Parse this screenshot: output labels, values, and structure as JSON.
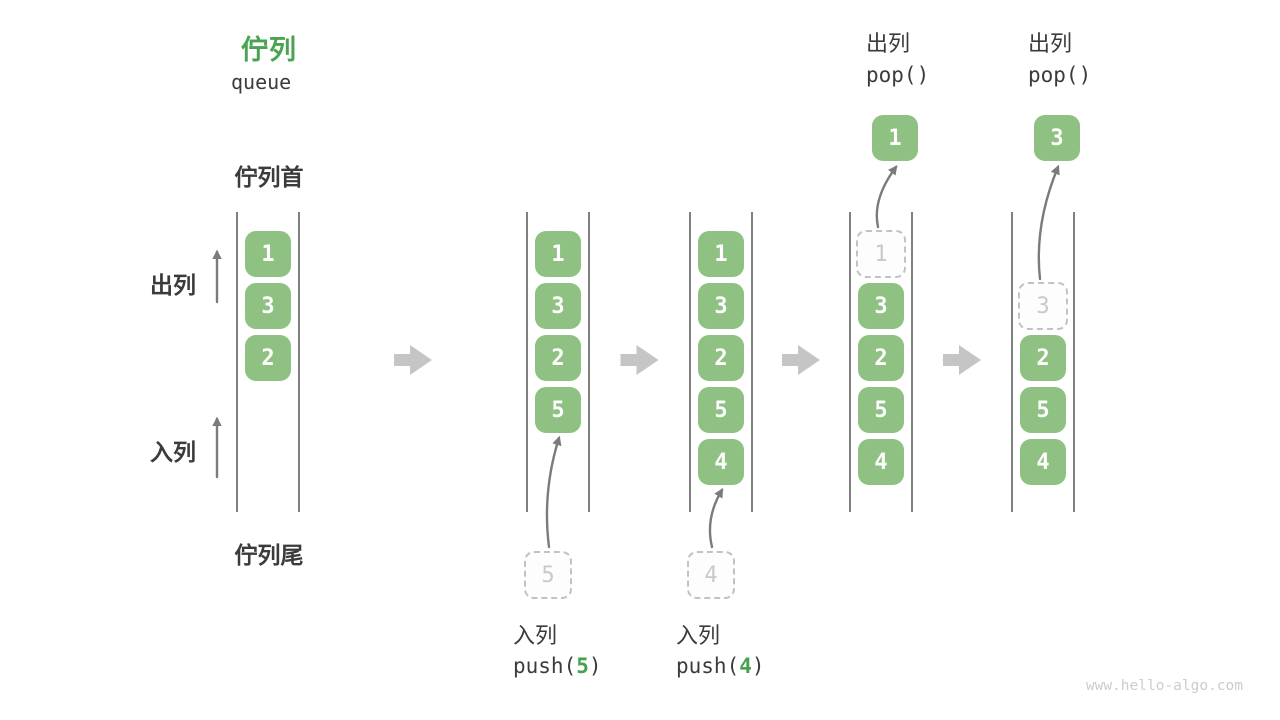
{
  "header": {
    "title": "佇列",
    "subtitle": "queue"
  },
  "labels": {
    "front": "佇列首",
    "rear": "佇列尾",
    "dequeue_side": "出列",
    "enqueue_side": "入列"
  },
  "footer": {
    "watermark": "www.hello-algo.com"
  },
  "colors": {
    "box_green": "#8FC183",
    "title_green": "#4AA351",
    "code_green": "#46A14C",
    "dashed_border": "#C2C2C2",
    "dashed_text": "#C9C9C9",
    "flow_arrow": "#C5C5C5",
    "thin_arrow": "#7B7B7B",
    "rail": "#4A4A4A",
    "text_dark": "#3B3B3B",
    "watermark_gray": "#CCCCCC"
  },
  "columns": [
    {
      "cells": [
        {
          "value": "1",
          "row": 0
        },
        {
          "value": "3",
          "row": 1
        },
        {
          "value": "2",
          "row": 2
        }
      ]
    },
    {
      "cells": [
        {
          "value": "1",
          "row": 0
        },
        {
          "value": "3",
          "row": 1
        },
        {
          "value": "2",
          "row": 2
        },
        {
          "value": "5",
          "row": 3
        }
      ],
      "pending": {
        "value": "5"
      },
      "operation": {
        "label": "入列",
        "position": "bottom",
        "code_parts": [
          {
            "text": "push("
          },
          {
            "text": "5",
            "green": true
          },
          {
            "text": ")"
          }
        ]
      }
    },
    {
      "cells": [
        {
          "value": "1",
          "row": 0
        },
        {
          "value": "3",
          "row": 1
        },
        {
          "value": "2",
          "row": 2
        },
        {
          "value": "5",
          "row": 3
        },
        {
          "value": "4",
          "row": 4
        }
      ],
      "pending": {
        "value": "4"
      },
      "operation": {
        "label": "入列",
        "position": "bottom",
        "code_parts": [
          {
            "text": "push("
          },
          {
            "text": "4",
            "green": true
          },
          {
            "text": ")"
          }
        ]
      }
    },
    {
      "cells": [
        {
          "value": "1",
          "row": 0,
          "dashed": true
        },
        {
          "value": "3",
          "row": 1
        },
        {
          "value": "2",
          "row": 2
        },
        {
          "value": "5",
          "row": 3
        },
        {
          "value": "4",
          "row": 4
        }
      ],
      "popped": {
        "value": "1"
      },
      "operation": {
        "label": "出列",
        "position": "top",
        "code_parts": [
          {
            "text": "pop()"
          }
        ]
      }
    },
    {
      "cells": [
        {
          "value": "3",
          "row": 1,
          "dashed": true
        },
        {
          "value": "2",
          "row": 2
        },
        {
          "value": "5",
          "row": 3
        },
        {
          "value": "4",
          "row": 4
        }
      ],
      "popped": {
        "value": "3"
      },
      "operation": {
        "label": "出列",
        "position": "top",
        "code_parts": [
          {
            "text": "pop()"
          }
        ]
      }
    }
  ]
}
